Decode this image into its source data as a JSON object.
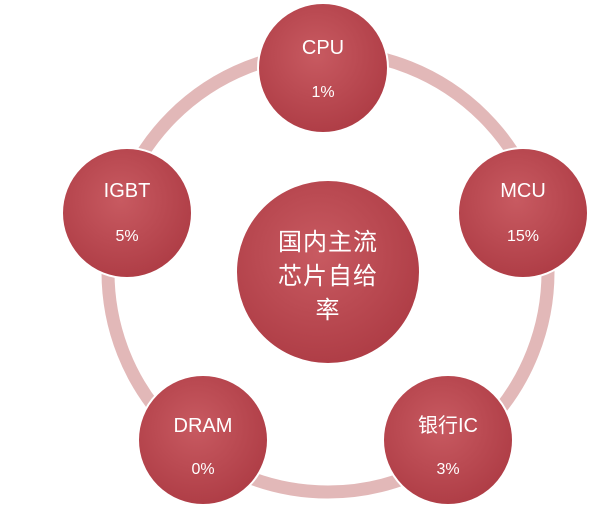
{
  "center": {
    "lines": [
      "国内主流",
      "芯片自给",
      "率"
    ]
  },
  "nodes": [
    {
      "id": "cpu",
      "name": "CPU",
      "value": "1%"
    },
    {
      "id": "mcu",
      "name": "MCU",
      "value": "15%"
    },
    {
      "id": "bank-ic",
      "name": "银行IC",
      "value": "3%"
    },
    {
      "id": "dram",
      "name": "DRAM",
      "value": "0%"
    },
    {
      "id": "igbt",
      "name": "IGBT",
      "value": "5%"
    }
  ],
  "colors": {
    "node_fill": "#b8444c",
    "node_highlight": "#c95a62",
    "ring": "#e2b8b8",
    "text": "#ffffff"
  }
}
